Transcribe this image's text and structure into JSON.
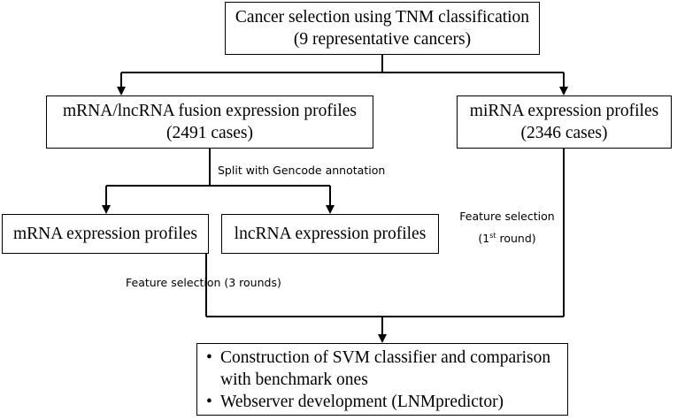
{
  "boxes": {
    "cancer_selection": {
      "line1": "Cancer selection using TNM classification",
      "line2": "(9 representative cancers)"
    },
    "fusion_profiles": {
      "line1": "mRNA/lncRNA fusion expression profiles",
      "line2": "(2491 cases)"
    },
    "mirna_profiles": {
      "line1": "miRNA expression profiles",
      "line2": "(2346 cases)"
    },
    "mrna_profiles": {
      "line1": "mRNA expression profiles"
    },
    "lncrna_profiles": {
      "line1": "lncRNA expression profiles"
    },
    "final": {
      "bullet_symbol": "•",
      "bullet1_line1": "Construction of SVM classifier and comparison",
      "bullet1_line2": "with benchmark ones",
      "bullet2": "Webserver development (LNMpredictor)"
    }
  },
  "labels": {
    "split": "Split with Gencode annotation",
    "feature_selection_3": "Feature selection (3 rounds)",
    "feature_selection_1_line1": "Feature selection",
    "feature_selection_1_open": "(1",
    "feature_selection_1_sup": "st",
    "feature_selection_1_close": " round)"
  },
  "colors": {
    "line": "#000000",
    "background": "#ffffff"
  }
}
